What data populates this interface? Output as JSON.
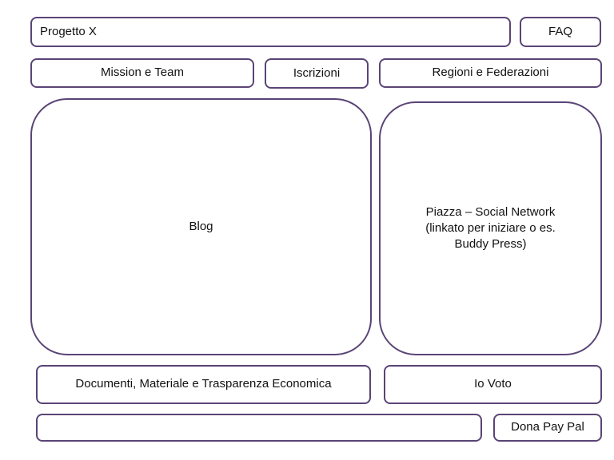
{
  "header": {
    "title": "Progetto X",
    "faq_label": "FAQ"
  },
  "nav": {
    "mission_label": "Mission e Team",
    "iscrizioni_label": "Iscrizioni",
    "regioni_label": "Regioni e Federazioni"
  },
  "main": {
    "blog_label": "Blog",
    "piazza_lines": [
      "Piazza – Social Network",
      "(linkato per iniziare o es.",
      "Buddy Press)"
    ]
  },
  "secondary": {
    "documenti_label": "Documenti, Materiale e Trasparenza Economica",
    "io_voto_label": "Io Voto"
  },
  "footer": {
    "bar_label": "",
    "dona_label": "Dona Pay Pal"
  }
}
